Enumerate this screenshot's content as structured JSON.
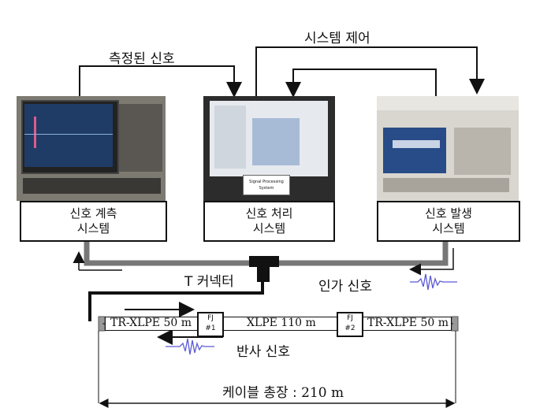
{
  "signals": {
    "measured_signal": "측정된 신호",
    "system_control": "시스템 제어",
    "t_connector": "T 커넥터",
    "applied_signal": "인가 신호",
    "reflected_signal": "반사 신호"
  },
  "systems": [
    {
      "line1": "신호 계측",
      "line2": "시스템",
      "photo": "oscilloscope"
    },
    {
      "line1": "신호 처리",
      "line2": "시스템",
      "photo": "computer-monitor",
      "sign": [
        "Signal Processing",
        "System"
      ]
    },
    {
      "line1": "신호 발생",
      "line2": "시스템",
      "photo": "signal-generator"
    }
  ],
  "cable": {
    "seg1": "TR-XLPE 50 m",
    "seg2": "XLPE 110 m",
    "seg3": "TR-XLPE 50 m",
    "fj1_top": "FJ",
    "fj1_bottom": "#1",
    "fj2_top": "FJ",
    "fj2_bottom": "#2",
    "total_label": "케이블 총장 :",
    "total_value": "210 m"
  },
  "colors": {
    "line": "#111111",
    "wave": "#5b5bd6"
  }
}
